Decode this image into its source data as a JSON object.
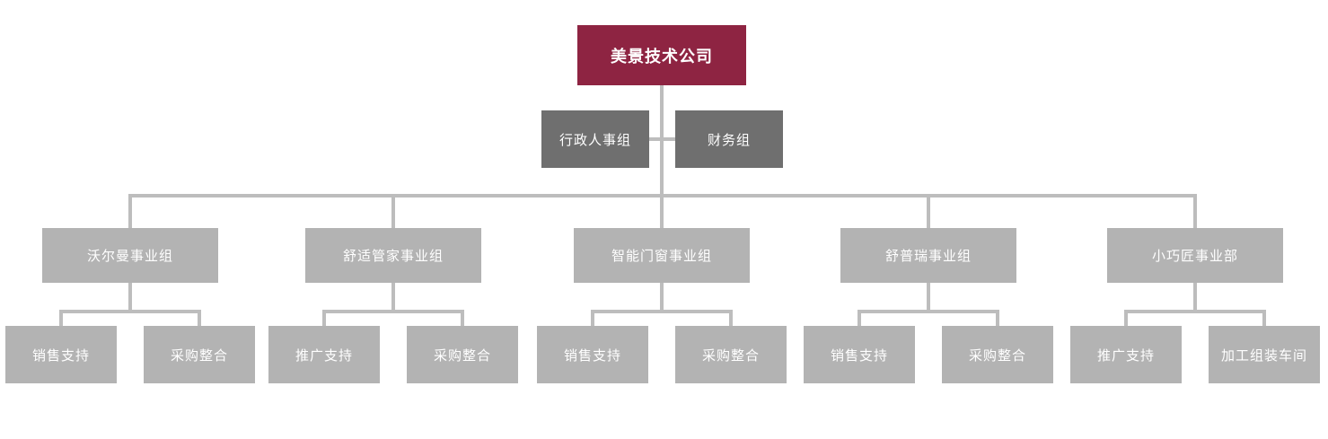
{
  "chart": {
    "type": "org-chart",
    "root": {
      "label": "美景技术公司"
    },
    "staff": [
      {
        "label": "行政人事组"
      },
      {
        "label": "财务组"
      }
    ],
    "divisions": [
      {
        "label": "沃尔曼事业组",
        "children": [
          {
            "label": "销售支持"
          },
          {
            "label": "采购整合"
          }
        ]
      },
      {
        "label": "舒适管家事业组",
        "children": [
          {
            "label": "推广支持"
          },
          {
            "label": "采购整合"
          }
        ]
      },
      {
        "label": "智能门窗事业组",
        "children": [
          {
            "label": "销售支持"
          },
          {
            "label": "采购整合"
          }
        ]
      },
      {
        "label": "舒普瑞事业组",
        "children": [
          {
            "label": "销售支持"
          },
          {
            "label": "采购整合"
          }
        ]
      },
      {
        "label": "小巧匠事业部",
        "children": [
          {
            "label": "推广支持"
          },
          {
            "label": "加工组装车间"
          }
        ]
      }
    ],
    "colors": {
      "root_bg": "#8e2442",
      "staff_bg": "#6f6f6f",
      "node_bg": "#b3b3b3",
      "line": "#bdbdbd",
      "text": "#ffffff",
      "background": "#ffffff"
    }
  }
}
